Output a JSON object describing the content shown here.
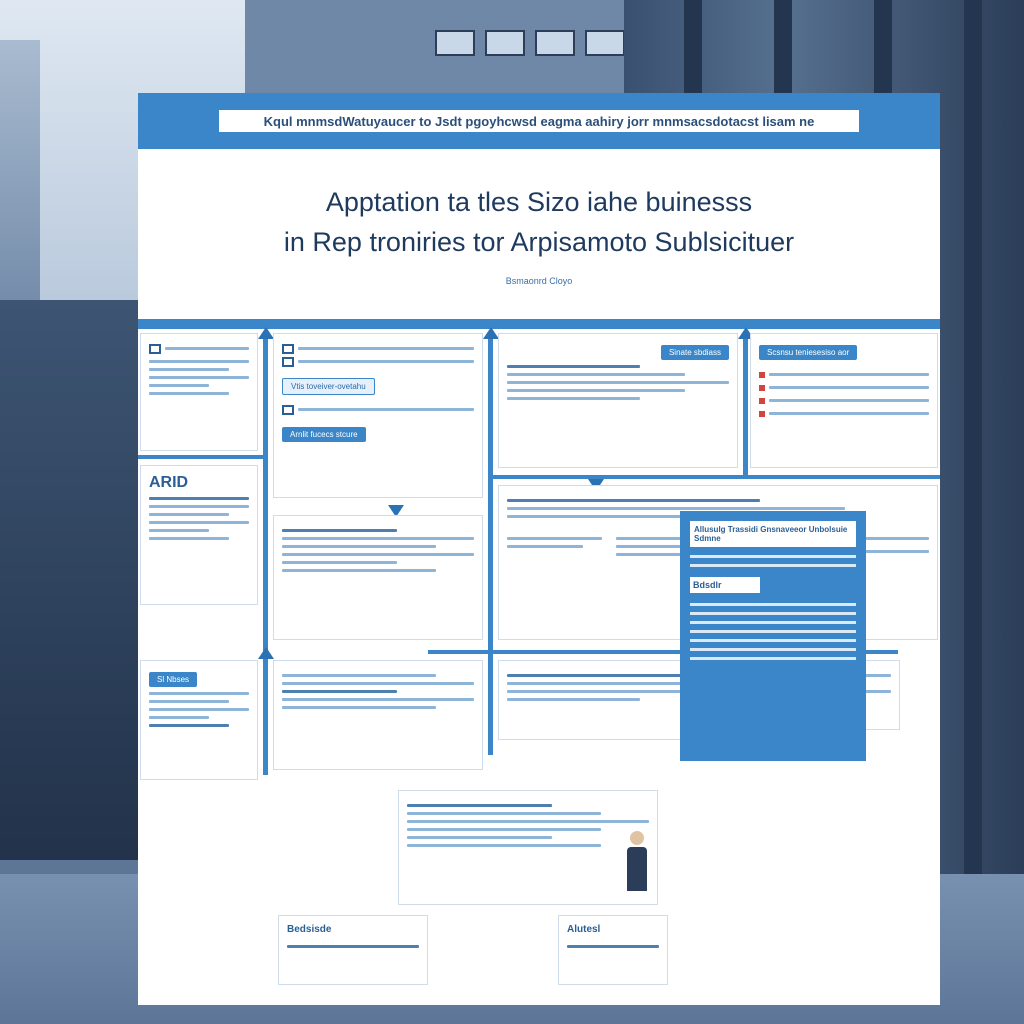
{
  "document": {
    "banner": "Kqul mnmsdWatuyaucer to Jsdt pgoyhcwsd eagma aahiry jorr mnmsacsdotacst lisam ne",
    "title_line_1": "Apptation ta tles Sizo iahe buinesss",
    "title_line_2": "in Rep troniries tor Arpisamoto Sublsicituer",
    "subtitle": "Bsmaonrd Cloyo"
  },
  "panels": {
    "left_brand": "ARID",
    "left_tag": "Sl Nbses",
    "center_pill_1": "Vtis toveiver-ovetahu",
    "center_pill_2": "Arnlit fucecs stcure",
    "top_pill_center": "Sinate sbdiass",
    "top_pill_right": "Scsnsu teniesesiso aor",
    "side_header": "Allusulg Trassidi Gnsnaveeor Unbolsuie Sdmne",
    "side_box": "Bdsdlr",
    "bottom_left_label": "Bedsisde",
    "bottom_right_label": "Alutesl"
  },
  "colors": {
    "accent": "#3a86c8",
    "text": "#1e3a5e",
    "alert": "#d0453e"
  },
  "icons": [
    "gear-icon",
    "document-icon",
    "person-icon",
    "arrow-icon"
  ]
}
